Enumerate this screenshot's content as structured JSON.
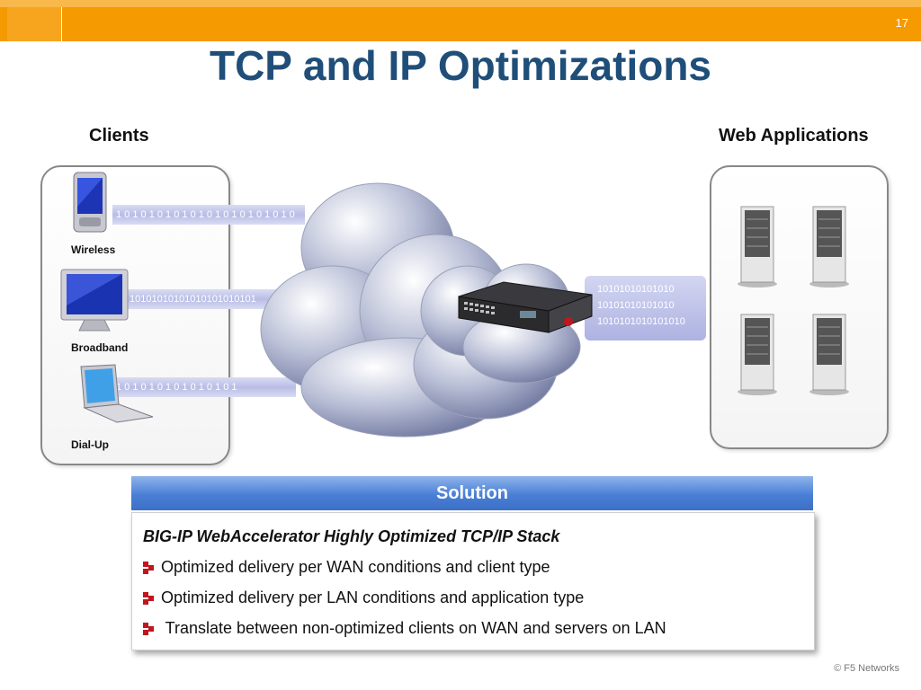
{
  "slide": {
    "number": "17",
    "title": "TCP and IP Optimizations",
    "copyright": "© F5 Networks"
  },
  "diagram": {
    "clients_label": "Clients",
    "web_label": "Web Applications",
    "devices": [
      {
        "label": "Wireless",
        "icon": "pda-icon",
        "stream": "1 0 1 0 1 0 1 0 1 0 1 0 1 0 1 0 1 0 1 0 1 0"
      },
      {
        "label": "Broadband",
        "icon": "monitor-icon",
        "stream": "10101010101010101010101"
      },
      {
        "label": "Dial-Up",
        "icon": "laptop-icon",
        "stream": "1 0 1 0 1 0 1 0 1 0 1 0 1 0 1"
      }
    ],
    "lan_stream": [
      "10101010101010",
      "10101010101010",
      "1010101010101010"
    ]
  },
  "solution": {
    "header": "Solution",
    "title": "BIG-IP WebAccelerator Highly Optimized TCP/IP Stack",
    "bullets": [
      "Optimized delivery per WAN conditions and client type",
      "Optimized delivery per LAN conditions and application type",
      " Translate between non-optimized clients on WAN and servers on LAN"
    ]
  },
  "colors": {
    "brand_orange": "#f59a00",
    "title_blue": "#1f4e79",
    "solution_blue": "#4a7fd6",
    "bullet_red": "#c0161f"
  }
}
